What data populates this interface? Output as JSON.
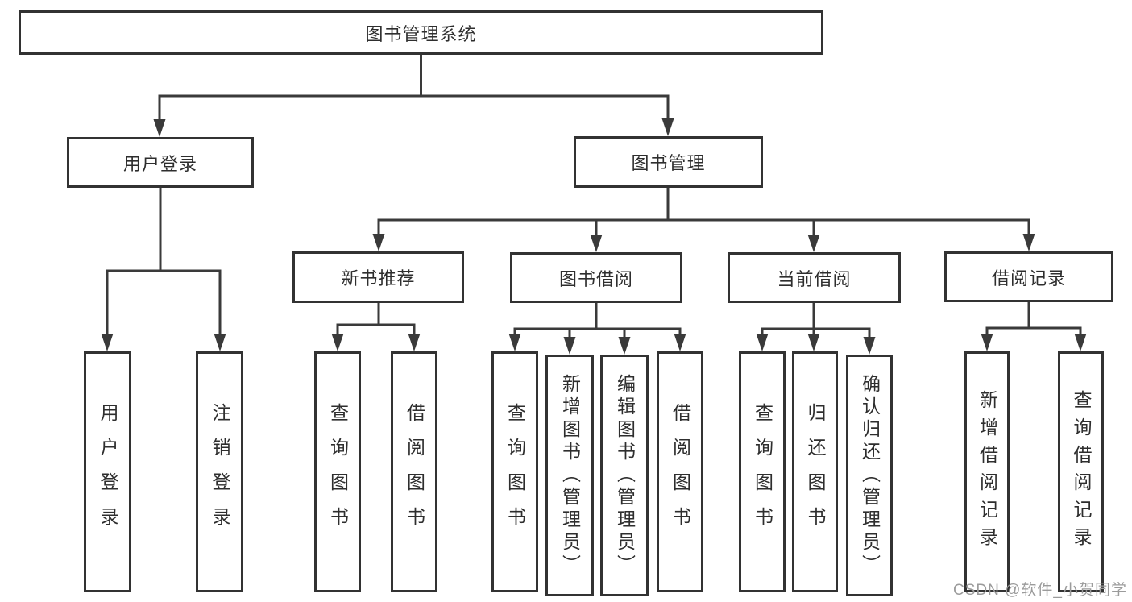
{
  "tree": {
    "label": "图书管理系统",
    "children": [
      {
        "label": "用户登录",
        "children": [
          {
            "label": "用户登录"
          },
          {
            "label": "注销登录"
          }
        ]
      },
      {
        "label": "图书管理",
        "children": [
          {
            "label": "新书推荐",
            "children": [
              {
                "label": "查询图书"
              },
              {
                "label": "借阅图书"
              }
            ]
          },
          {
            "label": "图书借阅",
            "children": [
              {
                "label": "查询图书"
              },
              {
                "label": "新增图书（管理员）"
              },
              {
                "label": "编辑图书（管理员）"
              },
              {
                "label": "借阅图书"
              }
            ]
          },
          {
            "label": "当前借阅",
            "children": [
              {
                "label": "查询图书"
              },
              {
                "label": "归还图书"
              },
              {
                "label": "确认归还（管理员）"
              }
            ]
          },
          {
            "label": "借阅记录",
            "children": [
              {
                "label": "新增借阅记录"
              },
              {
                "label": "查询借阅记录"
              }
            ]
          }
        ]
      }
    ]
  },
  "watermark": "CSDN @软件_小贺同学",
  "colors": {
    "line": "#3a3a3a",
    "border": "#323232",
    "text": "#2e2e2e",
    "watermark": "#9b9b9b",
    "background": "#ffffff"
  }
}
